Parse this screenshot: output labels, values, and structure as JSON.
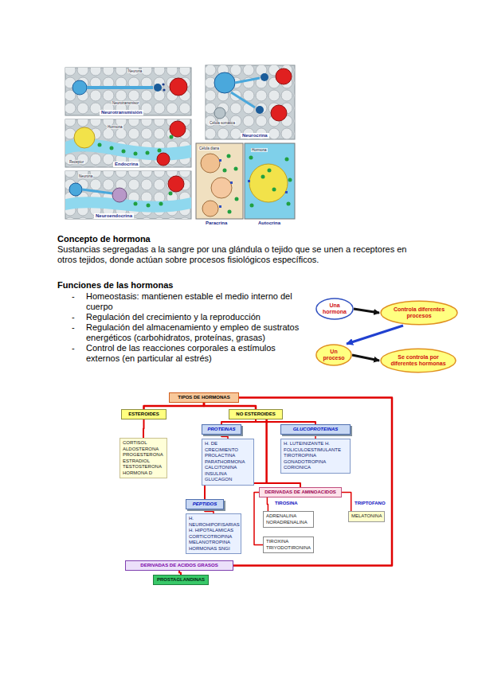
{
  "diagram": {
    "nodes": [
      {
        "text": [
          "Una hormona"
        ]
      },
      {
        "text": [
          "Controla diferentes procesos"
        ]
      },
      {
        "text": [
          "Un proceso"
        ]
      },
      {
        "text": [
          "Se controla por diferentes hormonas"
        ]
      },
      {
        "text": [
          "TIPOS DE HORMONAS"
        ]
      },
      {
        "text": [
          "ESTEROIDES"
        ]
      },
      {
        "text": [
          "NO ESTEROIDES"
        ]
      },
      {
        "text": [
          "CORTISOL ALDOSTERONA PROGESTERONA ESTRADIOL TESTOSTERONA HORMONA D"
        ]
      },
      {
        "text": [
          "PROTEINAS"
        ]
      },
      {
        "text": [
          "H. DE CRECIMIENTO PROLACTINA PARATHORMONA CALCITONINA INSULINA GLUCAGON"
        ]
      },
      {
        "text": [
          "GLUCOPROTEINAS"
        ]
      },
      {
        "text": [
          "H. LUTEINIZANTE H. FOLICULOESTIMULANTE TIROTROPINA GONADOTROPINA CORIONICA"
        ]
      },
      {
        "text": [
          "PEPTIDOS"
        ]
      },
      {
        "text": [
          "H. NEUROHIPOFISARIAS H. HIPOTALAMICAS CORTICOTROPINA MELANOTROPINA HORMONAS SNGI"
        ]
      },
      {
        "text": [
          "DERIVADAS DE AMINOACIDOS"
        ]
      },
      {
        "text": [
          "ADRENALINA NORADRENALINA"
        ]
      },
      {
        "text": [
          "MELATONINA"
        ]
      },
      {
        "text": [
          "TIROXINA TRIYODOTIRONINA"
        ]
      },
      {
        "text": [
          "DERIVADAS DE ACIDOS GRASOS"
        ]
      },
      {
        "text": [
          "PROSTAGLANDINAS"
        ]
      }
    ],
    "edges": [
      {
        "from": 0,
        "to": 1,
        "arrow": "to"
      },
      {
        "from": 1,
        "to": 2,
        "arrow": "to"
      },
      {
        "from": 2,
        "to": 3,
        "arrow": "to"
      },
      {
        "from": 4,
        "to": 5,
        "arrow": "none"
      },
      {
        "from": 4,
        "to": 6,
        "arrow": "none"
      },
      {
        "from": 4,
        "to": 18,
        "arrow": "none"
      },
      {
        "from": 5,
        "to": 7,
        "arrow": "none"
      },
      {
        "from": 6,
        "to": 8,
        "arrow": "none"
      },
      {
        "from": 6,
        "to": 10,
        "arrow": "none"
      },
      {
        "from": 6,
        "to": 12,
        "arrow": "none"
      },
      {
        "from": 6,
        "to": 14,
        "arrow": "none"
      },
      {
        "from": 8,
        "to": 9,
        "arrow": "none"
      },
      {
        "from": 10,
        "to": 11,
        "arrow": "none"
      },
      {
        "from": 12,
        "to": 13,
        "arrow": "none"
      },
      {
        "from": 14,
        "to": 15,
        "arrow": "none"
      },
      {
        "from": 14,
        "to": 16,
        "arrow": "none"
      },
      {
        "from": 14,
        "to": 17,
        "arrow": "none"
      },
      {
        "from": 18,
        "to": 19,
        "arrow": "none"
      }
    ],
    "labels": [
      "Neurotransmisión",
      "Neurocrina",
      "Endocrina",
      "Neuroendocrina",
      "Paracrina",
      "Autocrina",
      "Neurona",
      "Neurotransmisor",
      "Célula somática",
      "Hormona",
      "Receptor",
      "Neurona",
      "Célula diana",
      "Hormona",
      "Concepto de hormona",
      "Sustancias segregadas a la sangre por una glándula o tejido que se unen a receptores en otros tejidos, donde actúan sobre procesos fisiológicos específicos.",
      "Funciones de las hormonas",
      "-",
      "Homeostasis: mantienen estable el medio interno del cuerpo",
      "-",
      "Regulación del crecimiento y la reproducción",
      "-",
      "Regulación del almacenamiento y empleo de sustratos energéticos (carbohidratos, proteínas, grasas)",
      "-",
      "Control de las reacciones corporales a estímulos externos (en particular al estrés)",
      "TIROSINA",
      "TRIPTOFANO"
    ]
  }
}
